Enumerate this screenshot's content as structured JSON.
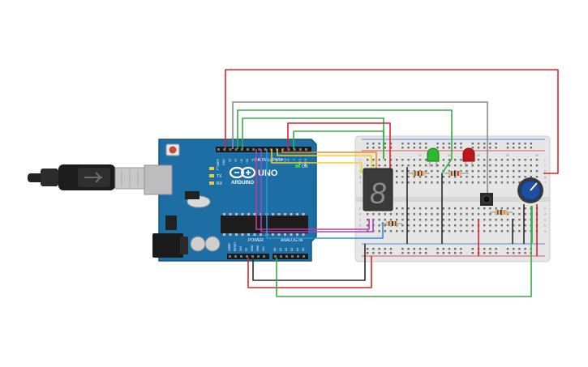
{
  "arduino": {
    "brand": "ARDUINO",
    "model": "UNO",
    "digital_label": "DIGITAL (PWM~)",
    "power_label": "POWER",
    "analog_label": "ANALOG IN",
    "on_label": "ON",
    "tx_label": "TX",
    "rx_label": "RX",
    "l_label": "L",
    "digital_pins": [
      "AREF",
      "GND",
      "13",
      "12",
      "~11",
      "~10",
      "~9",
      "8",
      "7",
      "~6",
      "~5",
      "4",
      "~3",
      "2",
      "TX 1",
      "RX 0"
    ],
    "power_pins": [
      "IOREF",
      "RESET",
      "3V3",
      "5V",
      "GND",
      "GND",
      "VIN"
    ],
    "analog_pins": [
      "A0",
      "A1",
      "A2",
      "A3",
      "A4",
      "A5"
    ]
  },
  "breadboard": {
    "column_numbers_top": [
      "1",
      "5",
      "10",
      "15",
      "20",
      "25",
      "30"
    ],
    "row_letters": [
      "j",
      "i",
      "h",
      "g",
      "f",
      "e",
      "d",
      "c",
      "b",
      "a"
    ]
  },
  "components": {
    "seven_segment": {
      "digit": "8"
    },
    "led_green": {
      "color": "#2db82d"
    },
    "led_red": {
      "color": "#c0161b"
    },
    "potentiometer": {
      "color": "#1f4fa3"
    }
  },
  "colors": {
    "board": "#1e6ea6",
    "board_edge": "#15577f",
    "wire_red": "#d7262c",
    "wire_green": "#3aaa49",
    "wire_gray": "#8a8a8a",
    "wire_black": "#2a2a2a",
    "wire_orange": "#f08c1e",
    "wire_yellow": "#f2cf1f",
    "wire_purple": "#9b4bbf",
    "wire_magenta": "#c43a9c",
    "wire_blue": "#2e8ecf"
  }
}
